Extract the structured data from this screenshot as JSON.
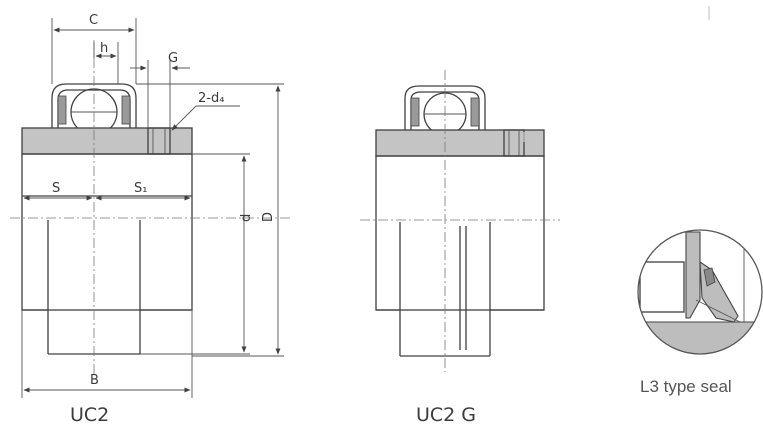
{
  "labels": {
    "c": "C",
    "h": "h",
    "g": "G",
    "d4": "2-d₄",
    "s": "S",
    "s1": "S₁",
    "d_small": "d",
    "d_big": "D",
    "b": "B"
  },
  "captions": {
    "uc2": "UC2",
    "uc2g": "UC2 G",
    "seal": "L3 type seal"
  },
  "colors": {
    "line": "#404040",
    "band_fill": "#c4c4c4",
    "caption": "#3c3c3c"
  }
}
